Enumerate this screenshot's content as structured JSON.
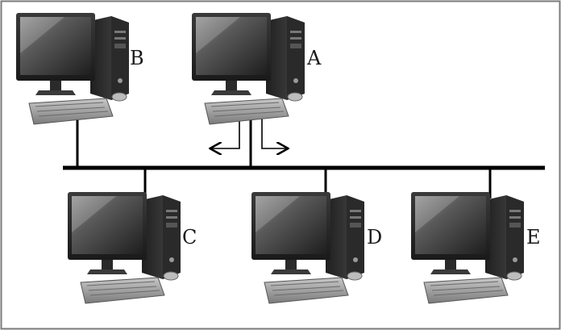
{
  "diagram": {
    "computers": [
      {
        "id": "B",
        "label": "B"
      },
      {
        "id": "A",
        "label": "A"
      },
      {
        "id": "C",
        "label": "C"
      },
      {
        "id": "D",
        "label": "D"
      },
      {
        "id": "E",
        "label": "E"
      }
    ],
    "colors": {
      "frame": "#7a7a7a",
      "bus": "#000000",
      "screen_dark": "#2b2b2b",
      "screen_light": "#8a8a8a",
      "body_dark": "#2e2e2e",
      "keyboard": "#9c9c9c"
    },
    "icons": [
      "computer-icon",
      "arrow-left-icon",
      "arrow-right-icon"
    ]
  }
}
